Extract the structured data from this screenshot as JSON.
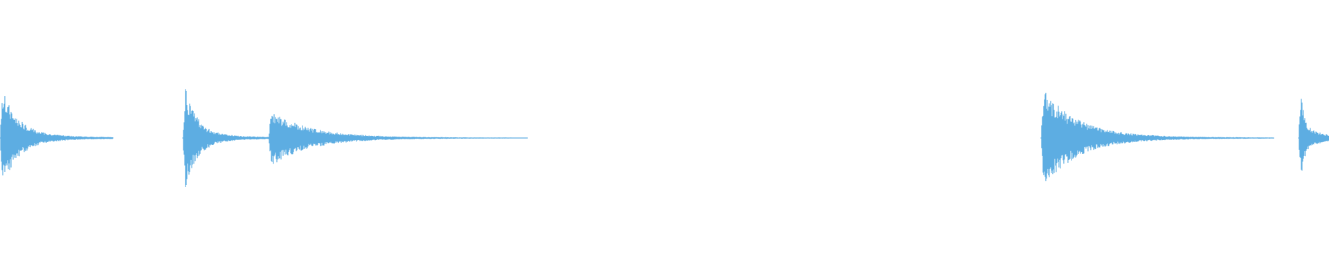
{
  "waveform": {
    "color": "#5dade2",
    "background": "#ffffff",
    "centerline": 0.5,
    "transients": [
      {
        "id": "hit-1",
        "start": 0.0,
        "peak_up": 0.78,
        "peak_down": 0.78,
        "tail": 0.085,
        "ripple": 0.06
      },
      {
        "id": "hit-2",
        "start": 0.1375,
        "peak_up": 0.85,
        "peak_down": 0.85,
        "tail": 0.065,
        "ripple": 0.065
      },
      {
        "id": "hit-3",
        "start": 0.2021,
        "peak_up": 0.42,
        "peak_down": 0.42,
        "tail": 0.195,
        "ripple": 0.045
      },
      {
        "id": "hit-4",
        "start": 0.7833,
        "peak_up": 0.76,
        "peak_down": 0.76,
        "tail": 0.175,
        "ripple": 0.035
      },
      {
        "id": "hit-5",
        "start": 0.9771,
        "peak_up": 0.83,
        "peak_down": 0.83,
        "tail": 0.023,
        "ripple": 0.2
      }
    ]
  }
}
